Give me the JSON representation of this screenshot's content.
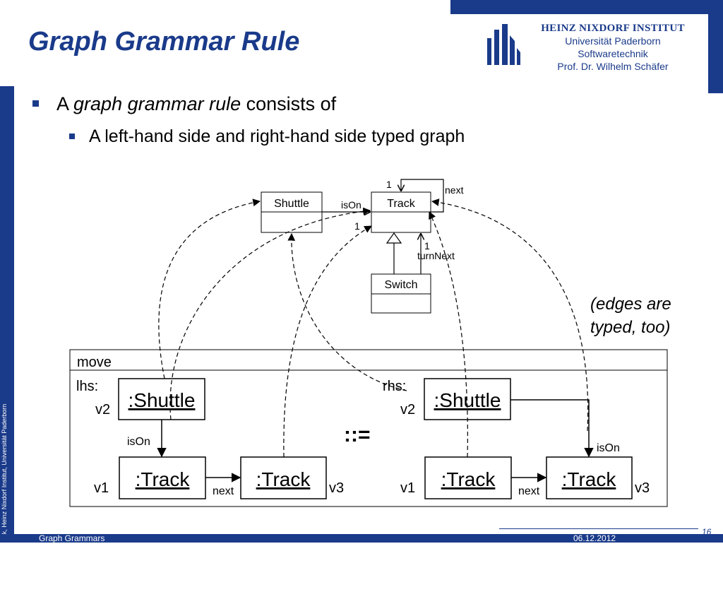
{
  "title": "Graph Grammar Rule",
  "logo": {
    "line1": "HEINZ NIXDORF INSTITUT",
    "line2": "Universität Paderborn",
    "line3": "Softwaretechnik",
    "line4": "Prof. Dr. Wilhelm Schäfer"
  },
  "bullets": {
    "b1_prefix": "A ",
    "b1_italic": "graph grammar rule",
    "b1_suffix": " consists of",
    "b2": "A left-hand side and right-hand side typed graph"
  },
  "type_graph": {
    "shuttle": "Shuttle",
    "track": "Track",
    "switch": "Switch",
    "ison": "isOn",
    "ison_mult": "1",
    "next": "next",
    "next_mult": "1",
    "turnnext": "turnNext",
    "turnnext_mult": "1"
  },
  "note": {
    "line1": "(edges are",
    "line2": "typed, too)"
  },
  "rule": {
    "name": "move",
    "operator": "::=",
    "lhs": {
      "label": "lhs:",
      "shuttle": ":Shuttle",
      "v2": "v2",
      "ison": "isOn",
      "track1": ":Track",
      "v1": "v1",
      "track2": ":Track",
      "v3": "v3",
      "next": "next"
    },
    "rhs": {
      "label": "rhs:",
      "shuttle": ":Shuttle",
      "v2": "v2",
      "ison": "isOn",
      "track1": ":Track",
      "v1": "v1",
      "track2": ":Track",
      "v3": "v3",
      "next": "next"
    }
  },
  "footer": {
    "left": "Graph Grammars",
    "date": "06.12.2012",
    "page": "16"
  },
  "copyright": "© Fachgebiet Softwaretechnik, Heinz Nixdorf Institut, Universität Paderborn",
  "colors": {
    "brand": "#1a3a8a"
  }
}
